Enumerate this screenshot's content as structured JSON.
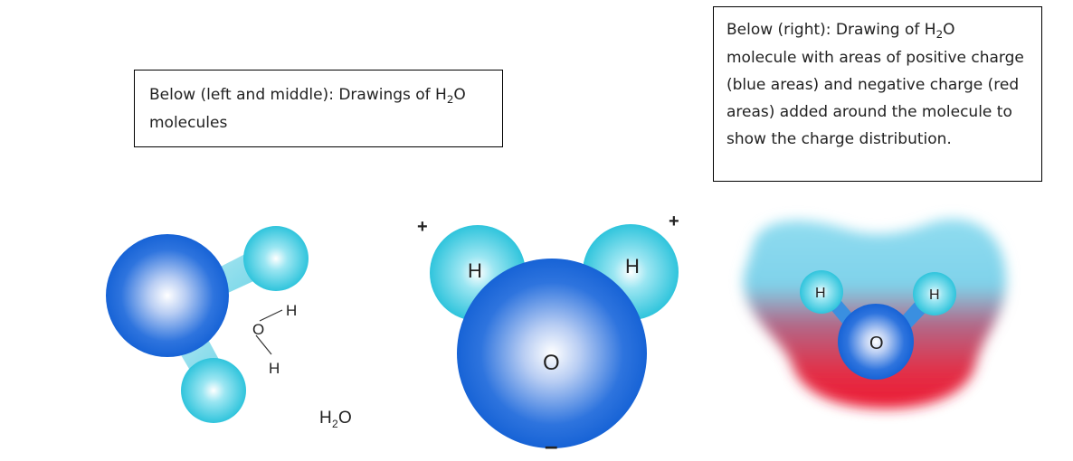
{
  "captions": {
    "left": {
      "prefix": "Below (left and middle): Drawings of H",
      "sub": "2",
      "suffix": "O molecules"
    },
    "right": {
      "prefix": "Below (right): Drawing of H",
      "sub": "2",
      "suffix": "O molecule with areas of positive charge (blue areas) and negative charge (red areas) added around the molecule to show the charge distribution."
    }
  },
  "left_molecule": {
    "structure_labels": {
      "oxygen": "O",
      "hydrogen_top": "H",
      "hydrogen_bottom": "H"
    },
    "formula": {
      "h": "H",
      "sub": "2",
      "o": "O"
    }
  },
  "middle_molecule": {
    "oxygen": "O",
    "hydrogen_left": "H",
    "hydrogen_right": "H",
    "plus_left": "+",
    "plus_right": "+",
    "minus": "–"
  },
  "right_molecule": {
    "oxygen": "O",
    "hydrogen_left": "H",
    "hydrogen_right": "H"
  },
  "colors": {
    "oxygen_blue": "#1763d6",
    "hydrogen_cyan": "#2fc4dc",
    "positive_region": "#7fd6ec",
    "negative_region": "#e8203a"
  }
}
